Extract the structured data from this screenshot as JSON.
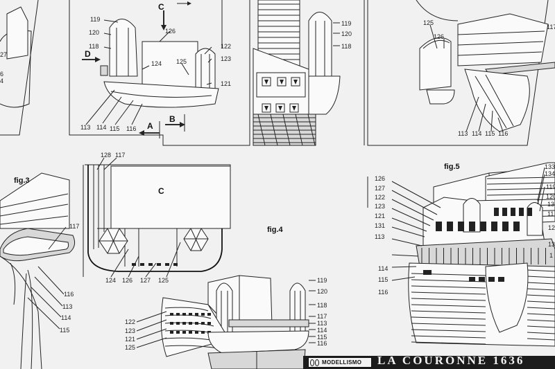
{
  "footer": {
    "brand": "MODELLISMO",
    "title_fragment": "LA COURONNE 1636"
  },
  "figures": {
    "fig3": "fig.3",
    "fig4": "fig.4",
    "fig5": "fig.5"
  },
  "views": {
    "C": "C",
    "D": "D",
    "A": "A",
    "B": "B",
    "C_lower": "C"
  },
  "labels_tl": {
    "l119": "119",
    "l120": "120",
    "l118": "118",
    "l126": "126",
    "l124": "124",
    "l125": "125",
    "l122": "122",
    "l123": "123",
    "l121": "121",
    "l113": "113",
    "l114": "114",
    "l115": "115",
    "l116": "116",
    "l27": "27",
    "l6": "6",
    "l4": "4"
  },
  "labels_tc": {
    "l119": "119",
    "l120": "120",
    "l118": "118"
  },
  "labels_tr": {
    "l125": "125",
    "l126": "126",
    "l117": "117",
    "l113": "113",
    "l114": "114",
    "l115": "115",
    "l116": "116"
  },
  "labels_fig3": {
    "l117": "117",
    "l116": "116",
    "l113": "113",
    "l114": "114",
    "l115": "115"
  },
  "labels_fig4": {
    "l128": "128",
    "l117": "117",
    "l124": "124",
    "l126": "126",
    "l127": "127",
    "l125": "125"
  },
  "labels_stern": {
    "l119": "119",
    "l120": "120",
    "l118": "118",
    "l117": "117",
    "l113": "113",
    "l114": "114",
    "l115": "115",
    "l116": "116",
    "l122": "122",
    "l123": "123",
    "l121": "121",
    "l125": "125"
  },
  "labels_fig5": {
    "l126": "126",
    "l127": "127",
    "l122": "122",
    "l123": "123",
    "l121": "121",
    "l131": "131",
    "l113": "113",
    "l114": "114",
    "l115": "115",
    "l116": "116",
    "l133": "133",
    "l134": "134",
    "l119": "119",
    "l120": "120",
    "l13a": "13",
    "l11": "11",
    "l12": "12",
    "l13b": "13",
    "l1": "1"
  }
}
